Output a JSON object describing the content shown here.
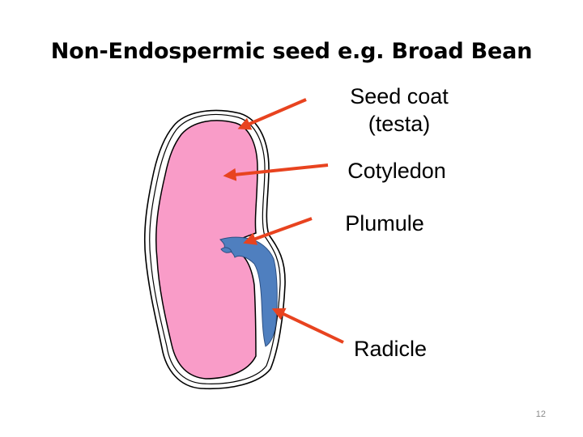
{
  "slide": {
    "title": "Non-Endospermic seed e.g. Broad Bean",
    "page_number": "12"
  },
  "labels": {
    "seed_coat_line1": "Seed coat",
    "seed_coat_line2": "(testa)",
    "cotyledon": "Cotyledon",
    "plumule": "Plumule",
    "radicle": "Radicle"
  },
  "colors": {
    "cotyledon_fill": "#f99cc8",
    "embryo_fill": "#4f7fbf",
    "arrow": "#e8431f",
    "outline": "#000000"
  }
}
